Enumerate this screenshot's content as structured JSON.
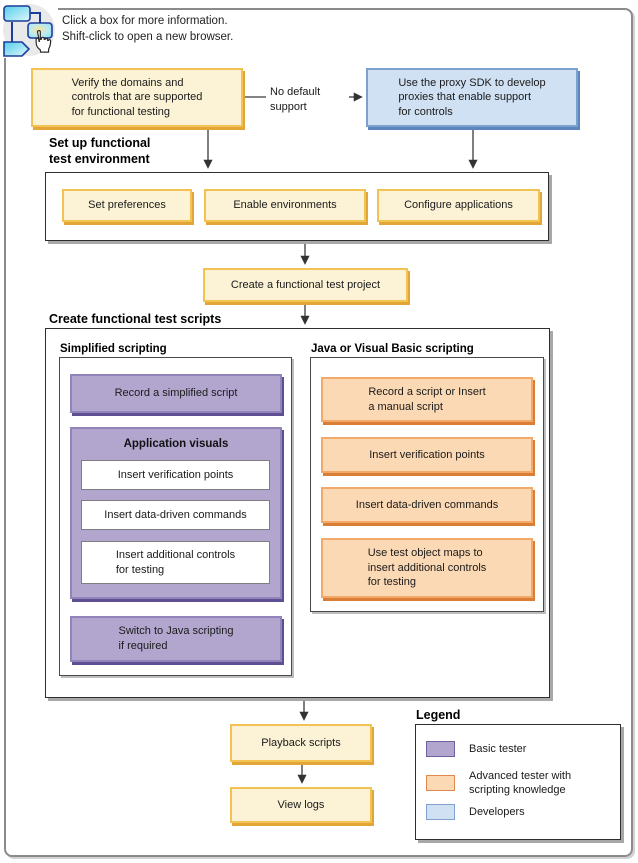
{
  "hint": {
    "line1": "Click a box for more information.",
    "line2": "Shift-click to open a new browser."
  },
  "icons": {
    "hint_icon": "flowchart-with-hand-cursor"
  },
  "flow": {
    "verify_box": "Verify the domains and\ncontrols that are supported\nfor functional testing",
    "no_default_label": "No default\nsupport",
    "proxy_box": "Use the proxy SDK to develop\nproxies that enable support\nfor controls",
    "setup_heading": "Set up functional\ntest environment",
    "setup_boxes": [
      "Set preferences",
      "Enable environments",
      "Configure applications"
    ],
    "create_project_box": "Create a functional test project",
    "scripts_heading": "Create functional test scripts",
    "simplified": {
      "label": "Simplified scripting",
      "record_box": "Record a simplified script",
      "app_visuals_title": "Application visuals",
      "app_visuals_items": [
        "Insert verification points",
        "Insert data-driven commands",
        "Insert additional controls\nfor testing"
      ],
      "switch_box": "Switch to Java scripting\nif required"
    },
    "java_vb": {
      "label": "Java or Visual Basic scripting",
      "boxes": [
        "Record a script or Insert\na manual script",
        "Insert verification points",
        "Insert data-driven commands",
        "Use test object maps to\ninsert additional controls\nfor testing"
      ]
    },
    "playback_box": "Playback scripts",
    "view_logs_box": "View logs"
  },
  "legend": {
    "title": "Legend",
    "items": [
      {
        "label": "Basic tester",
        "color": "#b2a6cf",
        "border": "#6f5f9e"
      },
      {
        "label": "Advanced tester with\nscripting knowledge",
        "color": "#fbd9b4",
        "border": "#e2874d"
      },
      {
        "label": "Developers",
        "color": "#d0e1f3",
        "border": "#7fa3ce"
      }
    ]
  },
  "colors": {
    "task_yellow": "#fcf3d6",
    "basic_tester_purple": "#b2a6cf",
    "advanced_tester_orange": "#fbd9b4",
    "developers_blue": "#d0e1f3"
  }
}
